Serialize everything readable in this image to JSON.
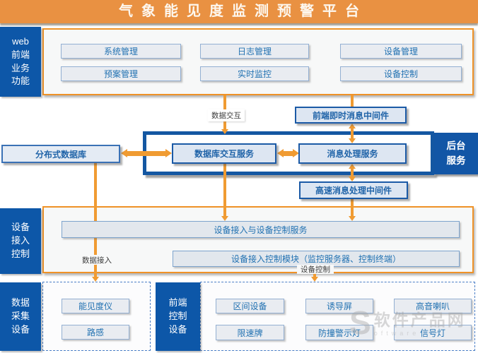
{
  "title": {
    "text": "气象能见度监测预警平台"
  },
  "colors": {
    "title_bar_orange": "#e99142",
    "panel_border_orange": "#ef9227",
    "arrow_orange": "#f09b32",
    "section_label_blue": "#0d57a8",
    "container_border_blue": "#1457a2",
    "backend_label_blue": "#1256a6",
    "module_box_fill": "#e9ecf1",
    "module_box_border": "#93afd2",
    "module_text_blue": "#2272b2",
    "dark_box_border": "#1b5aa6"
  },
  "web_section": {
    "label_lines": [
      "web",
      "前端",
      "业务",
      "功能"
    ],
    "modules": [
      "系统管理",
      "日志管理",
      "设备管理",
      "预案管理",
      "实时监控",
      "设备控制"
    ]
  },
  "connectors": {
    "data_exchange": "数据交互",
    "data_access": "数据接入",
    "device_control": "设备控制"
  },
  "backend": {
    "label_lines": [
      "后台",
      "服务"
    ],
    "frontend_mw": "前端即时消息中间件",
    "high_speed_mw": "高速消息处理中间件",
    "distributed_db": "分布式数据库",
    "db_service": "数据库交互服务",
    "msg_service": "消息处理服务"
  },
  "access_section": {
    "label_lines": [
      "设备",
      "接入",
      "控制"
    ],
    "service": "设备接入与设备控制服务",
    "module": "设备接入控制模块（监控服务器、控制终端）"
  },
  "collection_section": {
    "label_lines": [
      "数据",
      "采集",
      "设备"
    ],
    "devices": [
      "能见度仪",
      "路感"
    ]
  },
  "control_section": {
    "label_lines": [
      "前端",
      "控制",
      "设备"
    ],
    "devices": [
      "区间设备",
      "诱导屏",
      "高音喇叭",
      "限速牌",
      "防撞警示灯",
      "信号灯"
    ]
  },
  "watermark": {
    "logo": "S",
    "name": "软件产品网",
    "sub": "oftware"
  }
}
